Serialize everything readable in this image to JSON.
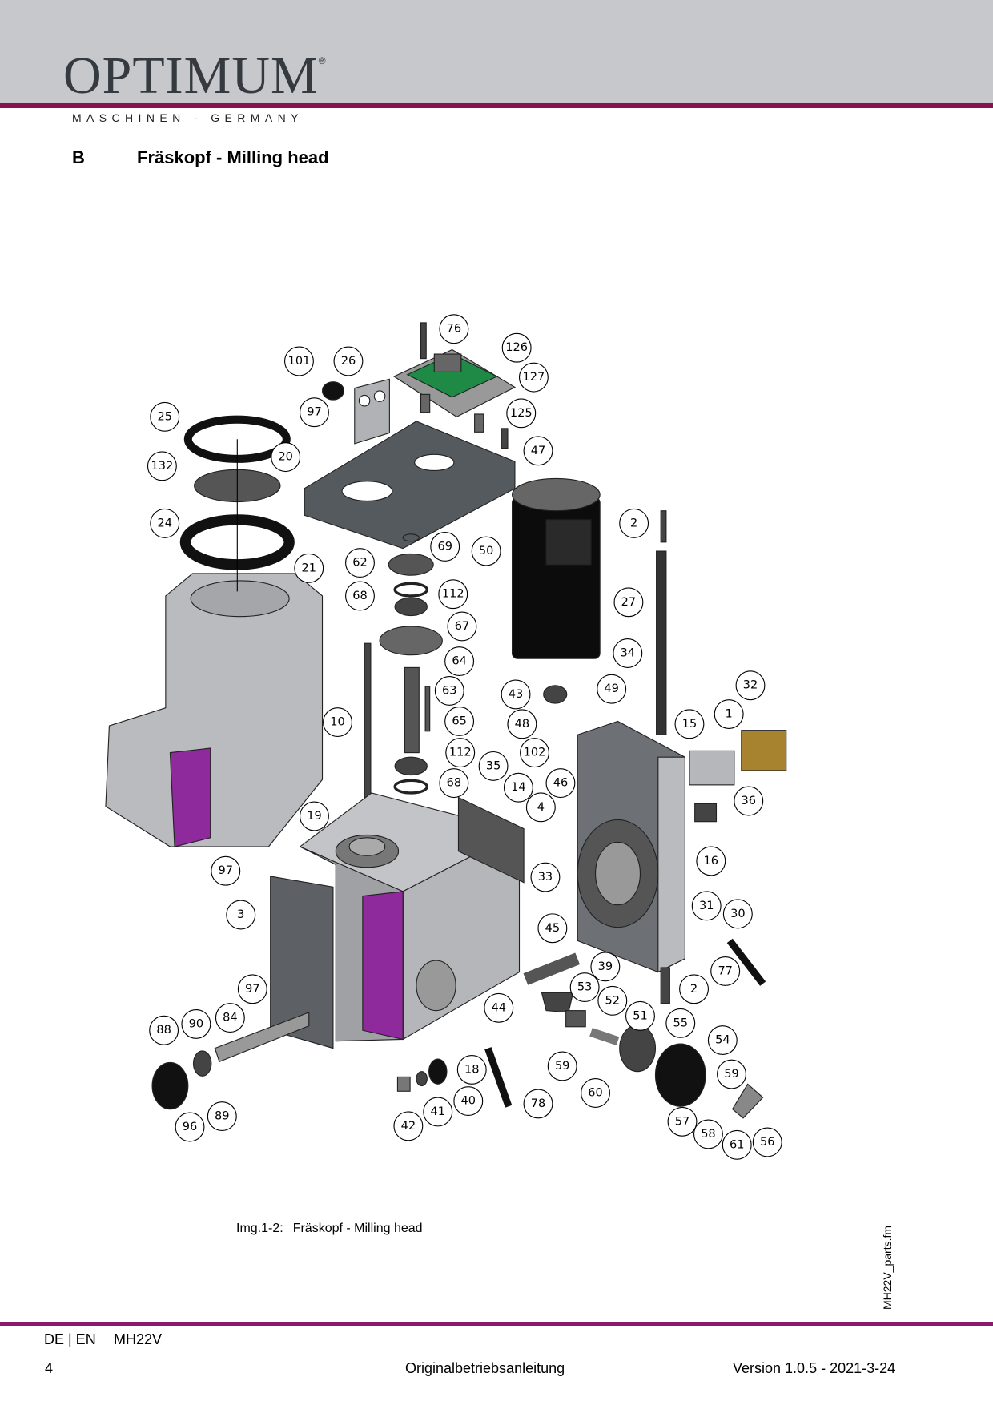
{
  "header": {
    "logo": "OPTIMUM",
    "registered": "®",
    "tagline": "MASCHINEN - GERMANY",
    "accent_color": "#8a1150",
    "band_color": "#c6c8cb"
  },
  "section": {
    "letter": "B",
    "title": "Fräskopf - Milling head"
  },
  "figure": {
    "caption_label": "Img.1-2:",
    "caption_text": "Fräskopf - Milling head",
    "callouts": [
      "76",
      "126",
      "101",
      "26",
      "127",
      "97",
      "125",
      "25",
      "47",
      "20",
      "132",
      "2",
      "24",
      "69",
      "50",
      "21",
      "62",
      "68",
      "112",
      "27",
      "67",
      "34",
      "64",
      "63",
      "49",
      "32",
      "43",
      "1",
      "10",
      "65",
      "48",
      "15",
      "102",
      "112",
      "35",
      "68",
      "46",
      "14",
      "4",
      "36",
      "19",
      "16",
      "97",
      "33",
      "31",
      "30",
      "3",
      "45",
      "39",
      "77",
      "2",
      "97",
      "53",
      "52",
      "44",
      "51",
      "84",
      "90",
      "88",
      "55",
      "54",
      "18",
      "59",
      "59",
      "60",
      "40",
      "78",
      "89",
      "41",
      "57",
      "96",
      "42",
      "58",
      "61",
      "56"
    ]
  },
  "side_label": "MH22V_parts.fm",
  "footer": {
    "languages": "DE | EN",
    "model": "MH22V",
    "page": "4",
    "doc_type": "Originalbetriebsanleitung",
    "version": "Version 1.0.5 - 2021-3-24"
  }
}
